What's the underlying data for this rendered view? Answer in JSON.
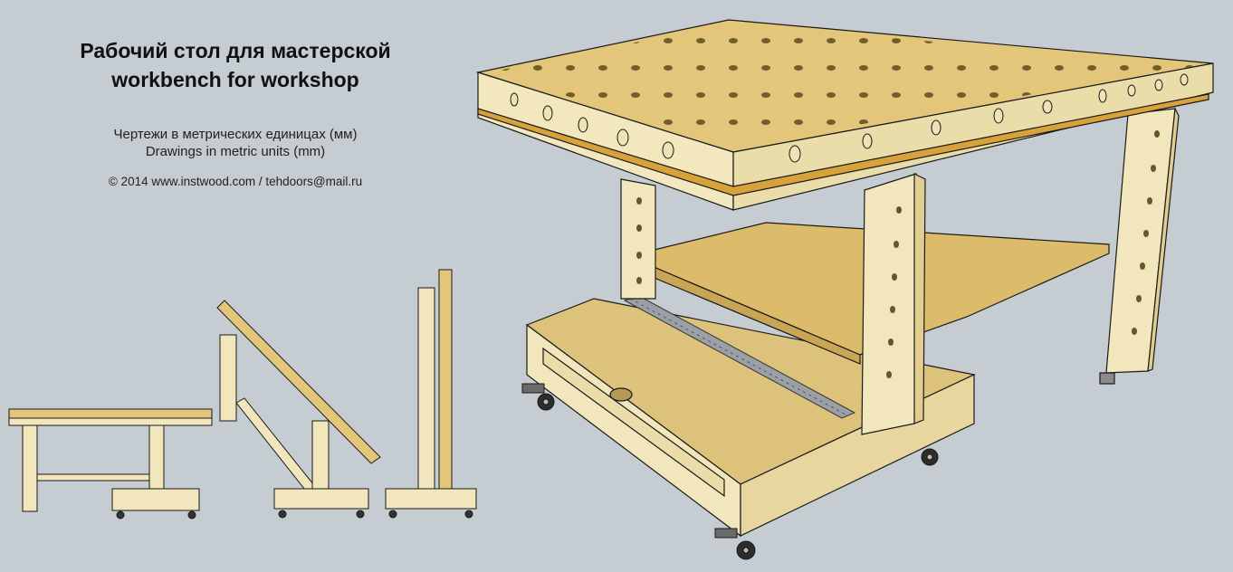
{
  "heading": {
    "title_ru": "Рабочий стол для мастерской",
    "title_en": "workbench for workshop",
    "subtitle_ru": "Чертежи в метрических единицах (мм)",
    "subtitle_en": "Drawings in metric units (mm)",
    "copyright": "© 2014 www.instwood.com / tehdoors@mail.ru"
  },
  "colors": {
    "background": "#c5ccd2",
    "wood_light": "#f3e7bd",
    "wood_side": "#e6d59c",
    "board_top": "#e3c67a",
    "board_edge": "#c9a656",
    "outline": "#1a1a1a"
  }
}
